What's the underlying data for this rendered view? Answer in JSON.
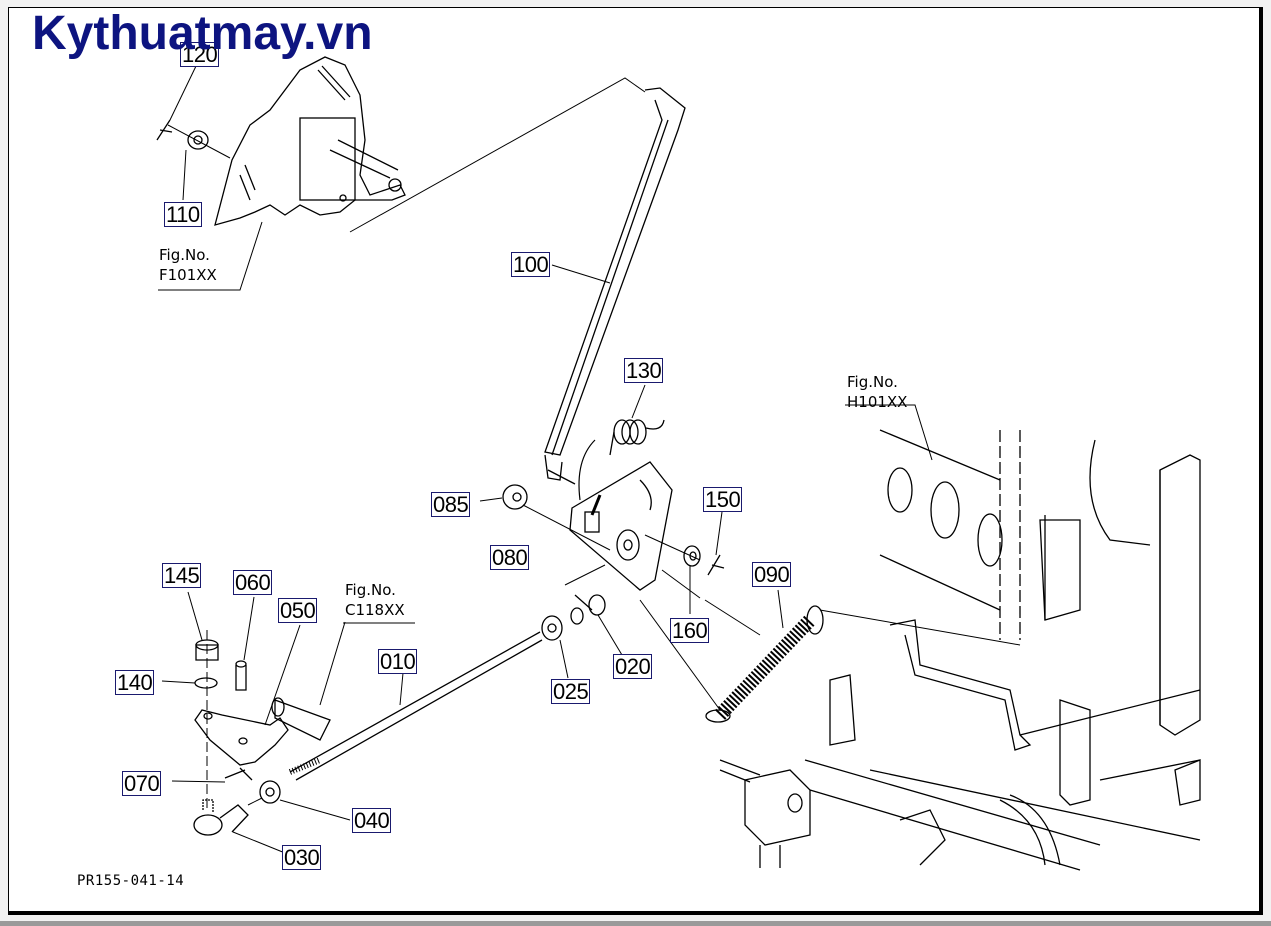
{
  "watermark": "Kythuatmay.vn",
  "drawing_code": "PR155-041-14",
  "figure_references": [
    {
      "line1": "Fig.No.",
      "line2": "F101XX"
    },
    {
      "line1": "Fig.No.",
      "line2": "H101XX"
    },
    {
      "line1": "Fig.No.",
      "line2": "C118XX"
    }
  ],
  "part_callouts": {
    "p120": "120",
    "p110": "110",
    "p100": "100",
    "p130": "130",
    "p085": "085",
    "p080": "080",
    "p150": "150",
    "p090": "090",
    "p160": "160",
    "p020": "020",
    "p025": "025",
    "p145": "145",
    "p060": "060",
    "p050": "050",
    "p140": "140",
    "p010": "010",
    "p070": "070",
    "p040": "040",
    "p030": "030"
  },
  "colors": {
    "watermark": "#0d1480",
    "callout_border": "#1a1a6e",
    "line": "#000000",
    "background": "#ffffff"
  }
}
